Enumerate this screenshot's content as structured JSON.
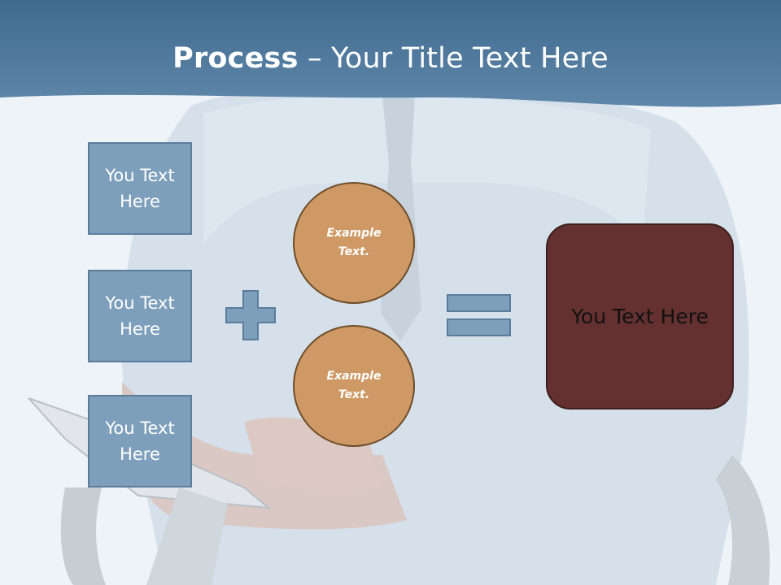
{
  "slide": {
    "title_bold": "Process",
    "title_rest": " – Your Title Text Here",
    "left_boxes": [
      {
        "label": "You Text Here"
      },
      {
        "label": "You Text Here"
      },
      {
        "label": "You Text Here"
      }
    ],
    "circles": [
      {
        "label": "Example Text."
      },
      {
        "label": "Example Text."
      }
    ],
    "result_label": "You Text Here",
    "operators": {
      "plus": "plus-icon",
      "equals": "equals-icon"
    },
    "colors": {
      "header": "#4a7396",
      "box_fill": "#7e9fbb",
      "circle_fill": "#cf9965",
      "result_fill": "#643030"
    }
  }
}
